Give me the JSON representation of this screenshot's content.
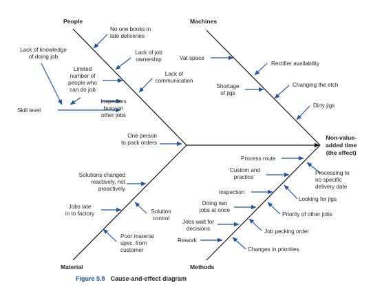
{
  "categories": {
    "people": "People",
    "machines": "Machines",
    "material": "Material",
    "methods": "Methods"
  },
  "effect": {
    "line1": "Non-value-",
    "line2": "added time",
    "line3": "(the effect)"
  },
  "causes": {
    "people": {
      "no_one_books": [
        "No one books in",
        "late deliveries"
      ],
      "lack_of_knowledge": [
        "Lack of knowledge",
        "of doing job"
      ],
      "lack_of_job_ownership": [
        "Lack of job",
        "ownership"
      ],
      "limited_number": [
        "Limited",
        "number of",
        "people who",
        "can do job"
      ],
      "lack_of_communication": [
        "Lack of",
        "communication"
      ],
      "skill_level": "Skill level",
      "inspectors_busy": [
        "Inspectors",
        "busy on",
        "other jobs"
      ],
      "one_person": [
        "One person",
        "to pack orders"
      ]
    },
    "machines": {
      "vat_space": "Vat space",
      "rectifier_availability": "Rectifier availability",
      "shortage_of_jigs": [
        "Shortage",
        "of jigs"
      ],
      "changing_the_etch": "Changing the etch",
      "dirty_jigs": "Dirty jigs"
    },
    "material": {
      "solutions_changed": [
        "Solutions changed",
        "reactively, not",
        "proactively"
      ],
      "jobs_late": [
        "Jobs late",
        "in to factory"
      ],
      "solution_control": [
        "Solution",
        "control"
      ],
      "poor_material_spec": [
        "Poor material",
        "spec. from",
        "customer"
      ]
    },
    "methods": {
      "process_route": "Process route",
      "custom_and_practice": [
        "‘Custom and",
        "practice’"
      ],
      "processing_no_date": [
        "Processing to",
        "no specific",
        "delivery date"
      ],
      "inspection": "Inspection",
      "looking_for_jigs": "Looking for jigs",
      "doing_two_jobs": [
        "Doing two",
        "jobs at once"
      ],
      "priority_of_other_jobs": "Priority of other jobs",
      "jobs_wait": [
        "Jobs wait for",
        "decisions"
      ],
      "job_pecking_order": "Job pecking order",
      "rework": "Rework",
      "changes_in_priorities": "Changes in priorities"
    }
  },
  "caption": {
    "figure": "Figure 5.8",
    "title": "Cause-and-effect diagram"
  },
  "colors": {
    "arrow": "#1f56a8",
    "bone": "#111111",
    "caption": "#1f56a8"
  }
}
